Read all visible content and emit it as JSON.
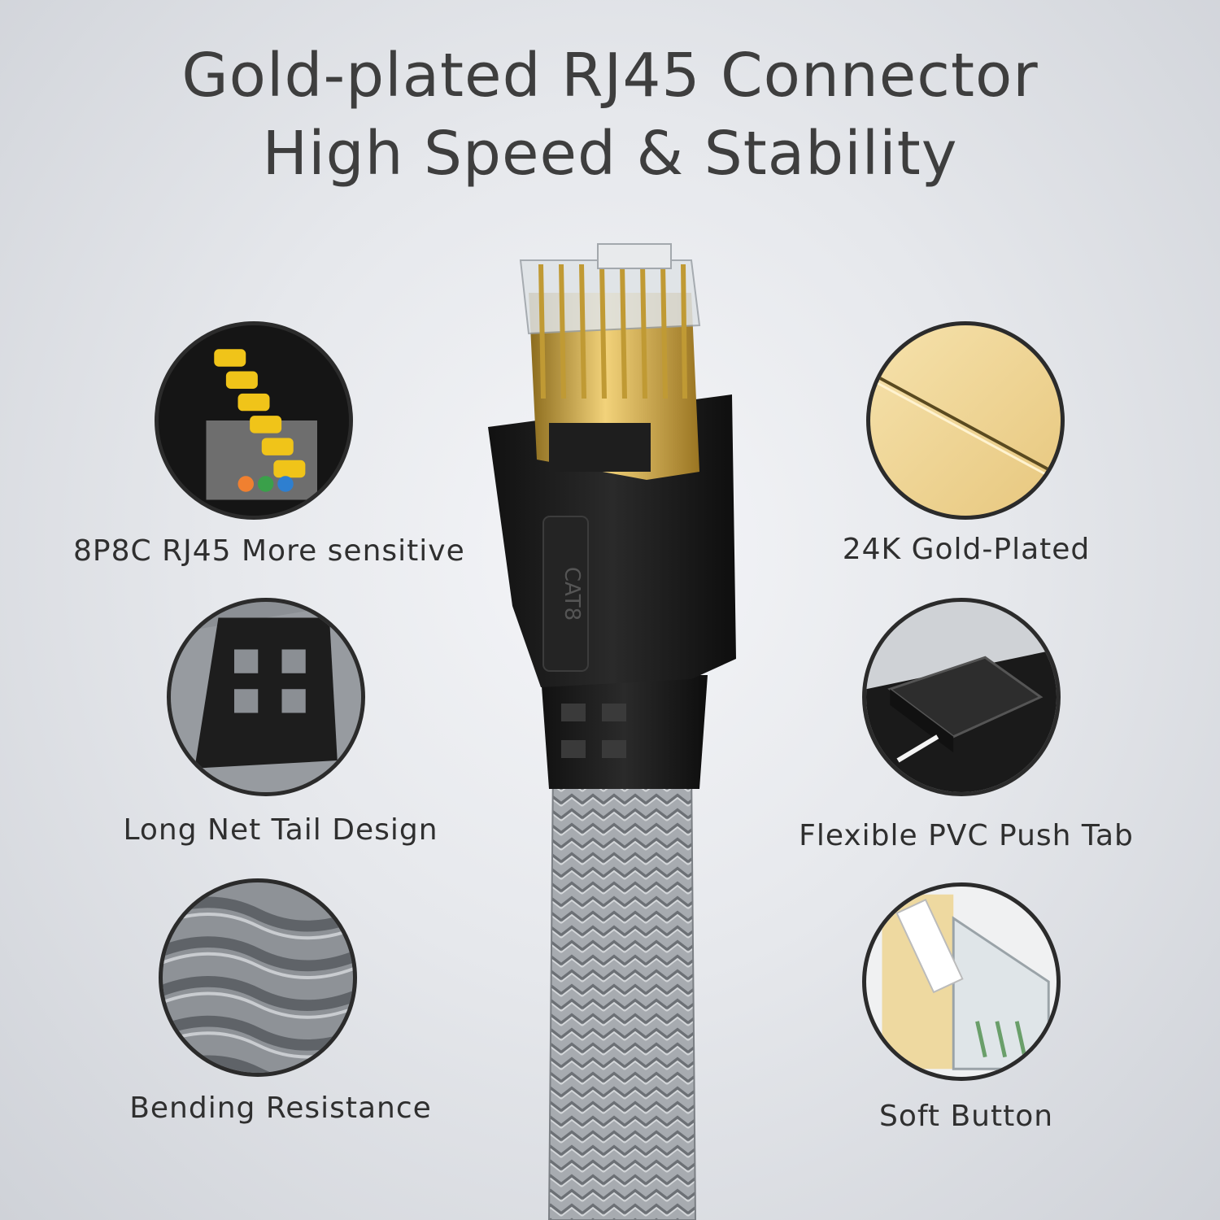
{
  "headline": {
    "line1": "Gold-plated RJ45 Connector",
    "line2": "High Speed & Stability"
  },
  "connector": {
    "housing_text": "CAT8"
  },
  "features": [
    {
      "label": "8P8C RJ45 More sensitive",
      "icon": "contact-pins-icon"
    },
    {
      "label": "24K Gold-Plated",
      "icon": "gold-plating-icon"
    },
    {
      "label": "Long Net Tail Design",
      "icon": "net-tail-icon"
    },
    {
      "label": "Flexible PVC Push Tab",
      "icon": "push-tab-icon"
    },
    {
      "label": "Bending Resistance",
      "icon": "braided-jacket-icon"
    },
    {
      "label": "Soft Button",
      "icon": "soft-button-icon"
    }
  ],
  "colors": {
    "gold": "#e3b84a",
    "cable_gray": "#9fa3a8",
    "connector_black": "#1c1c1c"
  }
}
